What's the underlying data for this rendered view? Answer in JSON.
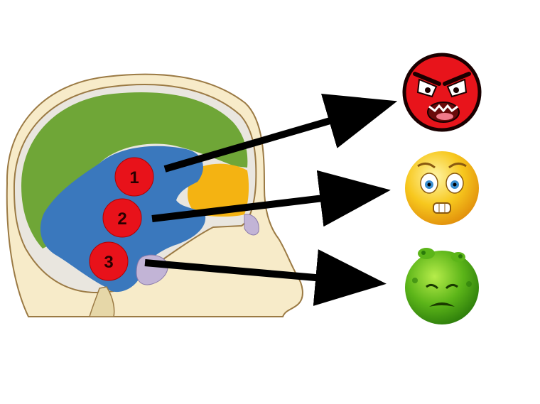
{
  "markers": [
    {
      "label": "1",
      "target": "angry-face"
    },
    {
      "label": "2",
      "target": "scared-face"
    },
    {
      "label": "3",
      "target": "sick-face"
    }
  ],
  "faces": [
    {
      "name": "angry-face-icon",
      "color": "#e8141b"
    },
    {
      "name": "scared-face-icon",
      "color": "#f5c419"
    },
    {
      "name": "sick-face-icon",
      "color": "#4fae14"
    }
  ],
  "colors": {
    "skin": "#f7ebc9",
    "skull_outline": "#9b7a44",
    "frontal_region": "#6fa637",
    "limbic_region": "#3a78bd",
    "orange_region": "#f4b312",
    "ventricle": "#c2b4d6",
    "marker": "#e8121a",
    "arrow": "#000000"
  }
}
